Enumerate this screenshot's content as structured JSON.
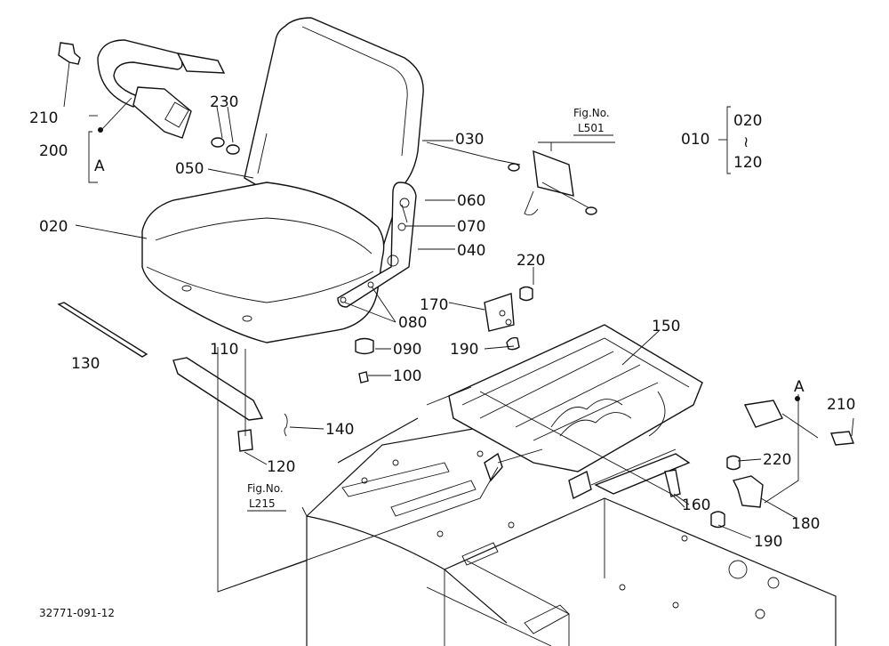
{
  "diagram_id": "32771-091-12",
  "callouts": {
    "c010": "010",
    "c020": "020",
    "c120r": "120",
    "tilde": "≀",
    "c020b": "020",
    "c030": "030",
    "c040": "040",
    "c050": "050",
    "c060": "060",
    "c070": "070",
    "c080": "080",
    "c090": "090",
    "c100": "100",
    "c110": "110",
    "c120": "120",
    "c130": "130",
    "c140": "140",
    "c150": "150",
    "c160": "160",
    "c170": "170",
    "c180": "180",
    "c190a": "190",
    "c190b": "190",
    "c200": "200",
    "c210a": "210",
    "c210b": "210",
    "c220a": "220",
    "c220b": "220",
    "c230": "230",
    "groupA1": "A",
    "groupA2": "A"
  },
  "figrefs": {
    "l501_title": "Fig.No.",
    "l501": "L501",
    "l215_title": "Fig.No.",
    "l215": "L215"
  }
}
